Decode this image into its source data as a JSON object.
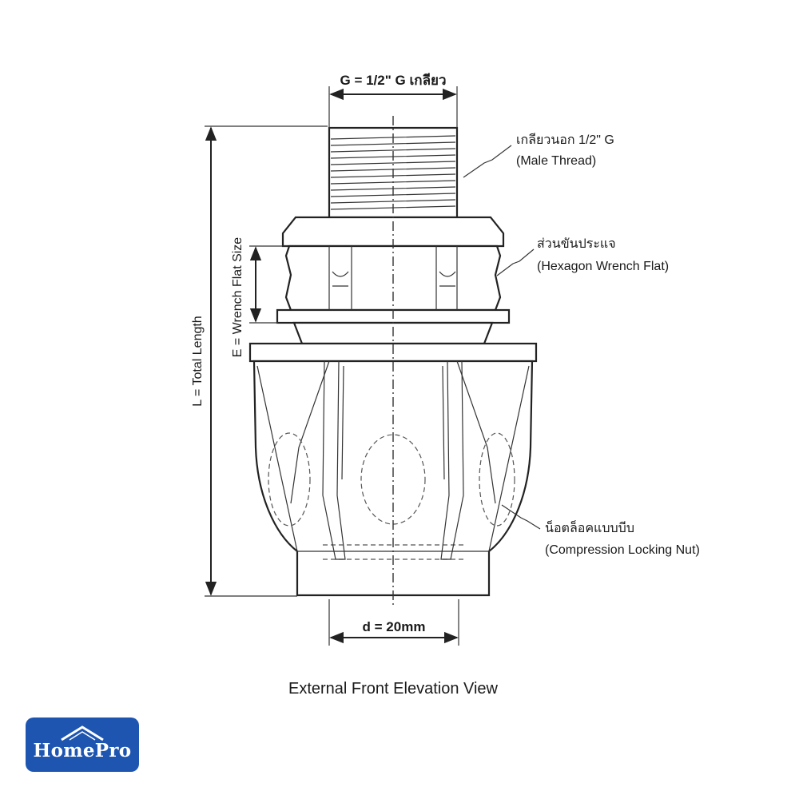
{
  "dimensions": {
    "thread_size": "G = 1/2\" G เกลียว",
    "pipe_diameter": "d = 20mm",
    "total_length": "L = Total Length",
    "wrench_flat_size": "E = Wrench Flat Size"
  },
  "callouts": {
    "male_thread_th": "เกลียวนอก 1/2\" G",
    "male_thread_en": "(Male Thread)",
    "wrench_flat_th": "ส่วนขันประแจ",
    "wrench_flat_en": "(Hexagon Wrench Flat)",
    "locking_nut_th": "น็อตล็อคแบบบีบ",
    "locking_nut_en": "(Compression Locking Nut)"
  },
  "caption": "External Front Elevation View",
  "logo": {
    "text": "HomePro",
    "icon": "house-roof-icon",
    "background_color": "#1d55b1"
  }
}
